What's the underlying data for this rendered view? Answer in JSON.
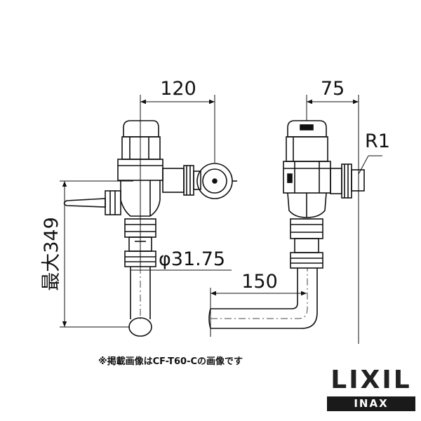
{
  "dimensions": {
    "width_top": "120",
    "depth_top": "75",
    "thread": "R1",
    "height_max": "最大349",
    "pipe_diameter": "φ31.75",
    "pipe_length": "150"
  },
  "note": "※掲載画像はCF-T60-Cの画像です",
  "logo": {
    "brand": "LIXIL",
    "sub": "INAX"
  }
}
